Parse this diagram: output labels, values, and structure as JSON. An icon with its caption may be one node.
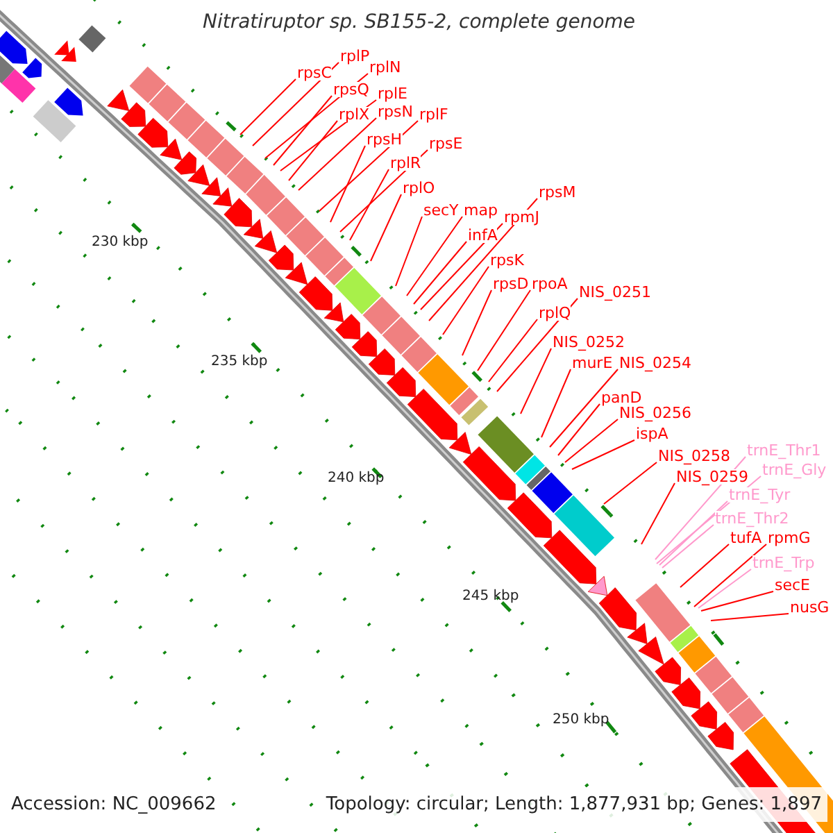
{
  "diagram": {
    "title": "Nitratiruptor sp. SB155-2, complete genome",
    "nodes": [
      {
        "text": [
          "rpsC"
        ]
      },
      {
        "text": [
          "rplP"
        ]
      },
      {
        "text": [
          "rplN"
        ]
      },
      {
        "text": [
          "rpsQ"
        ]
      },
      {
        "text": [
          "rplE"
        ]
      },
      {
        "text": [
          "rplX"
        ]
      },
      {
        "text": [
          "rpsN"
        ]
      },
      {
        "text": [
          "rplF"
        ]
      },
      {
        "text": [
          "rpsH"
        ]
      },
      {
        "text": [
          "rpsE"
        ]
      },
      {
        "text": [
          "rplR"
        ]
      },
      {
        "text": [
          "rplO"
        ]
      },
      {
        "text": [
          "secY"
        ]
      },
      {
        "text": [
          "map"
        ]
      },
      {
        "text": [
          "infA"
        ]
      },
      {
        "text": [
          "rpmJ"
        ]
      },
      {
        "text": [
          "rpsM"
        ]
      },
      {
        "text": [
          "rpsK"
        ]
      },
      {
        "text": [
          "rpsD"
        ]
      },
      {
        "text": [
          "rpoA"
        ]
      },
      {
        "text": [
          "rplQ"
        ]
      },
      {
        "text": [
          "NIS_0251"
        ]
      },
      {
        "text": [
          "NIS_0252"
        ]
      },
      {
        "text": [
          "murE"
        ]
      },
      {
        "text": [
          "NIS_0254"
        ]
      },
      {
        "text": [
          "panD"
        ]
      },
      {
        "text": [
          "NIS_0256"
        ]
      },
      {
        "text": [
          "ispA"
        ]
      },
      {
        "text": [
          "NIS_0258"
        ]
      },
      {
        "text": [
          "NIS_0259"
        ]
      },
      {
        "text": [
          "trnE_Thr1"
        ]
      },
      {
        "text": [
          "trnE_Gly"
        ]
      },
      {
        "text": [
          "trnE_Tyr"
        ]
      },
      {
        "text": [
          "trnE_Thr2"
        ]
      },
      {
        "text": [
          "tufA"
        ]
      },
      {
        "text": [
          "rpmG"
        ]
      },
      {
        "text": [
          "trnE_Trp"
        ]
      },
      {
        "text": [
          "secE"
        ]
      },
      {
        "text": [
          "nusG"
        ]
      }
    ],
    "edges": [
      {
        "from": 0,
        "to": null,
        "arrow": "none"
      },
      {
        "from": 1,
        "to": null,
        "arrow": "none"
      },
      {
        "from": 2,
        "to": null,
        "arrow": "none"
      },
      {
        "from": 3,
        "to": null,
        "arrow": "none"
      },
      {
        "from": 4,
        "to": null,
        "arrow": "none"
      },
      {
        "from": 5,
        "to": null,
        "arrow": "none"
      },
      {
        "from": 6,
        "to": null,
        "arrow": "none"
      },
      {
        "from": 7,
        "to": null,
        "arrow": "none"
      },
      {
        "from": 8,
        "to": null,
        "arrow": "none"
      },
      {
        "from": 9,
        "to": null,
        "arrow": "none"
      },
      {
        "from": 10,
        "to": null,
        "arrow": "none"
      },
      {
        "from": 11,
        "to": null,
        "arrow": "none"
      },
      {
        "from": 12,
        "to": null,
        "arrow": "none"
      },
      {
        "from": 13,
        "to": null,
        "arrow": "none"
      },
      {
        "from": 14,
        "to": null,
        "arrow": "none"
      },
      {
        "from": 15,
        "to": null,
        "arrow": "none"
      },
      {
        "from": 16,
        "to": null,
        "arrow": "none"
      },
      {
        "from": 17,
        "to": null,
        "arrow": "none"
      },
      {
        "from": 18,
        "to": null,
        "arrow": "none"
      },
      {
        "from": 19,
        "to": null,
        "arrow": "none"
      },
      {
        "from": 20,
        "to": null,
        "arrow": "none"
      },
      {
        "from": 21,
        "to": null,
        "arrow": "none"
      },
      {
        "from": 22,
        "to": null,
        "arrow": "none"
      },
      {
        "from": 23,
        "to": null,
        "arrow": "none"
      },
      {
        "from": 24,
        "to": null,
        "arrow": "none"
      },
      {
        "from": 25,
        "to": null,
        "arrow": "none"
      },
      {
        "from": 26,
        "to": null,
        "arrow": "none"
      },
      {
        "from": 27,
        "to": null,
        "arrow": "none"
      },
      {
        "from": 28,
        "to": null,
        "arrow": "none"
      },
      {
        "from": 29,
        "to": null,
        "arrow": "none"
      },
      {
        "from": 30,
        "to": null,
        "arrow": "none",
        "color": "#ff99cc"
      },
      {
        "from": 31,
        "to": null,
        "arrow": "none",
        "color": "#ff99cc"
      },
      {
        "from": 32,
        "to": null,
        "arrow": "none",
        "color": "#ff99cc"
      },
      {
        "from": 33,
        "to": null,
        "arrow": "none",
        "color": "#ff99cc"
      },
      {
        "from": 34,
        "to": null,
        "arrow": "none"
      },
      {
        "from": 35,
        "to": null,
        "arrow": "none"
      },
      {
        "from": 36,
        "to": null,
        "arrow": "none",
        "color": "#ff99cc"
      },
      {
        "from": 37,
        "to": null,
        "arrow": "none"
      },
      {
        "from": 38,
        "to": null,
        "arrow": "none"
      }
    ],
    "labels": [
      "230 kbp",
      "235 kbp",
      "240 kbp",
      "245 kbp",
      "250 kbp",
      "Accession: NC_009662",
      "Topology: circular; Length: 1,877,931 bp; Genes: 1,897"
    ]
  }
}
